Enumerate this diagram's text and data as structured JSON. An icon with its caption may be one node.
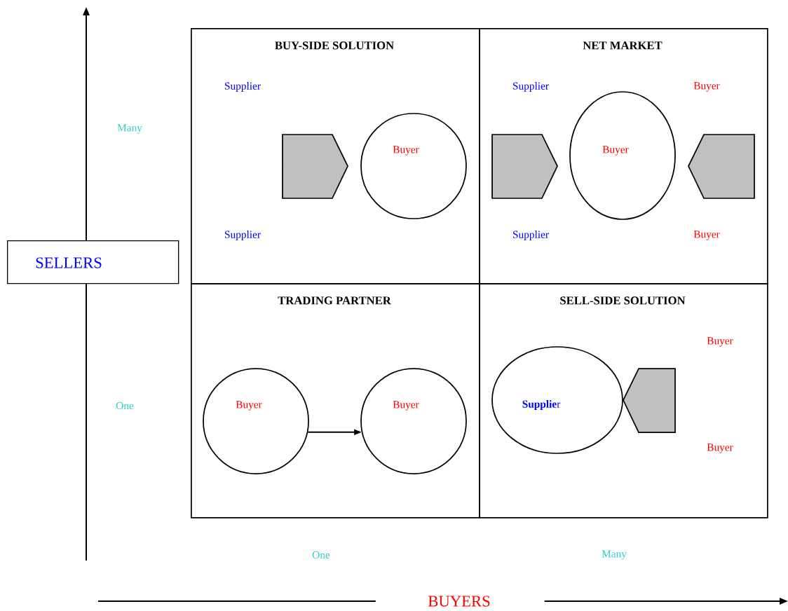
{
  "diagram": {
    "nodes": [
      {
        "text": [
          "BUY-SIDE SOLUTION"
        ]
      },
      {
        "text": [],
        "shape": "pentagon",
        "in": 0
      },
      {
        "text": [
          "Buyer"
        ],
        "in": 0
      },
      {
        "text": [
          "NET MARKET"
        ]
      },
      {
        "text": [],
        "shape": "pentagon",
        "in": 3
      },
      {
        "text": [
          "Buyer"
        ],
        "in": 3
      },
      {
        "text": [],
        "shape": "pentagon",
        "in": 3
      },
      {
        "text": [
          "SELLERS"
        ]
      },
      {
        "text": [
          "TRADING PARTNER"
        ]
      },
      {
        "text": [
          "Buyer"
        ],
        "in": 8
      },
      {
        "text": [
          "Buyer"
        ],
        "in": 8
      },
      {
        "text": [
          "SELL-SIDE SOLUTION"
        ]
      },
      {
        "text": [
          "**Supplie**r"
        ],
        "in": 11
      },
      {
        "text": [],
        "shape": "pentagon",
        "in": 11
      },
      {
        "text": [
          "BUYERS"
        ]
      }
    ],
    "edges": [
      {
        "from": 9,
        "to": 10,
        "arrow": "to"
      }
    ],
    "labels": [
      "Supplier",
      "Supplier",
      "Buyer",
      "Many",
      "Supplier",
      "Supplier",
      "Buyer",
      "Buyer",
      "One",
      "Buyer",
      "One",
      "Many"
    ]
  }
}
